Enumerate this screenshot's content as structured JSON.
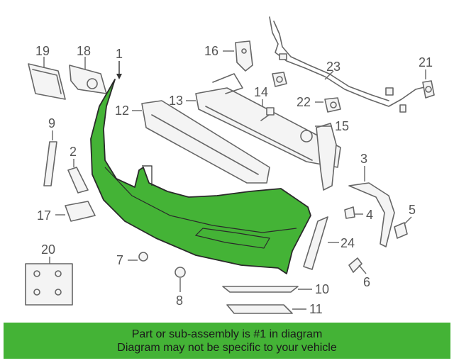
{
  "diagram": {
    "highlighted_part": "1",
    "highlight_color": "#44b336",
    "callouts": {
      "c1": "1",
      "c2": "2",
      "c3": "3",
      "c4": "4",
      "c5": "5",
      "c6": "6",
      "c7": "7",
      "c8": "8",
      "c9": "9",
      "c10": "10",
      "c11": "11",
      "c12": "12",
      "c13": "13",
      "c14": "14",
      "c15": "15",
      "c16": "16",
      "c17": "17",
      "c18": "18",
      "c19": "19",
      "c20": "20",
      "c21": "21",
      "c22": "22",
      "c23": "23",
      "c24": "24"
    }
  },
  "banner": {
    "line1": "Part or sub-assembly is #1 in diagram",
    "line2": "Diagram may not be specific to your vehicle",
    "color": "#44b336"
  }
}
